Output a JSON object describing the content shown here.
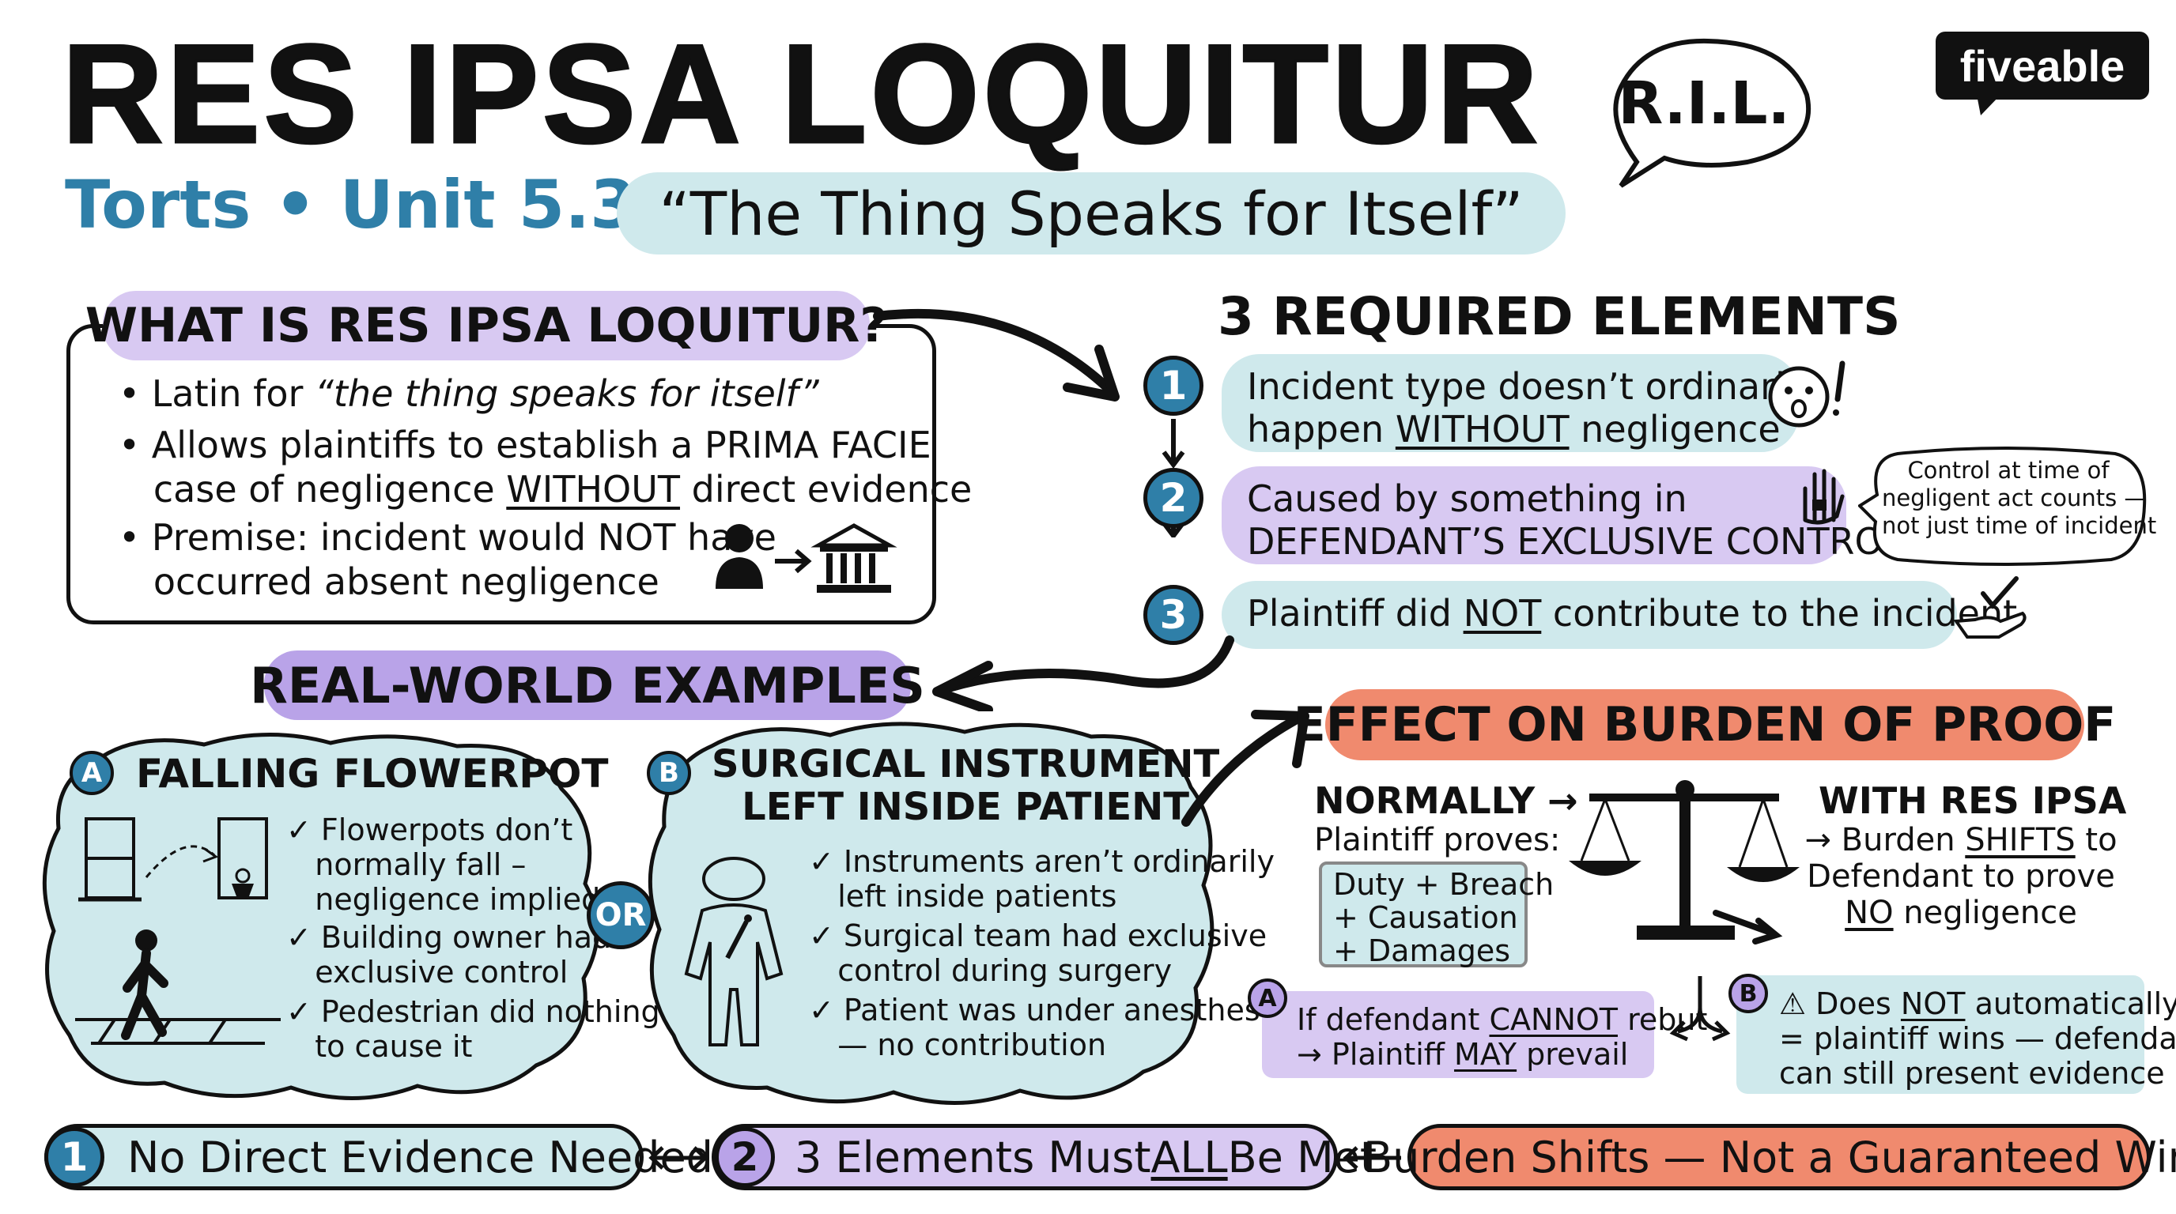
{
  "header": {
    "title": "RES IPSA LOQUITUR",
    "abbrev": "R.I.L.",
    "subtitle": "Torts • Unit 5.3",
    "translation": "“The Thing Speaks for Itself”",
    "logo": "fiveable"
  },
  "what_is": {
    "heading": "WHAT IS RES IPSA LOQUITUR?",
    "b1_pre": "Latin for ",
    "b1_em": "“the thing speaks for itself”",
    "b2_l1": "Allows plaintiffs to establish a PRIMA FACIE",
    "b2_l2_pre": "case of negligence ",
    "b2_l2_u": "WITHOUT",
    "b2_l2_post": " direct evidence",
    "b3_l1": "Premise: incident would NOT have",
    "b3_l2": "occurred absent negligence"
  },
  "elements": {
    "heading": "3 REQUIRED ELEMENTS",
    "e1_num": "1",
    "e1_l1": "Incident type doesn’t ordinarily",
    "e1_l2_pre": "happen ",
    "e1_l2_u": "WITHOUT",
    "e1_l2_post": " negligence",
    "e2_num": "2",
    "e2_l1": "Caused by something in",
    "e2_l2": "DEFENDANT’S EXCLUSIVE CONTROL",
    "e2_note_l1": "Control at time of",
    "e2_note_l2": "negligent act counts —",
    "e2_note_l3": "not just time of incident",
    "e3_num": "3",
    "e3_pre": "Plaintiff did ",
    "e3_u": "NOT",
    "e3_post": " contribute to the incident"
  },
  "examples": {
    "heading": "REAL-WORLD EXAMPLES",
    "or": "OR",
    "a": {
      "letter": "A",
      "title": "FALLING FLOWERPOT",
      "c1_l1": "Flowerpots don’t",
      "c1_l2": "normally fall –",
      "c1_l3": "negligence implied",
      "c2_l1": "Building owner had",
      "c2_l2": "exclusive control",
      "c3_l1": "Pedestrian did nothing",
      "c3_l2": "to cause it"
    },
    "b": {
      "letter": "B",
      "title_l1": "SURGICAL INSTRUMENT",
      "title_l2": "LEFT INSIDE PATIENT",
      "c1_l1": "Instruments aren’t ordinarily",
      "c1_l2": "left inside patients",
      "c2_l1": "Surgical team had exclusive",
      "c2_l2": "control during surgery",
      "c3_l1": "Patient was under anesthesia",
      "c3_l2": "— no contribution"
    }
  },
  "burden": {
    "heading": "EFFECT ON BURDEN OF PROOF",
    "normally": "NORMALLY →",
    "plaintiff_proves": "Plaintiff proves:",
    "box_l1": "Duty + Breach",
    "box_l2": "+ Causation",
    "box_l3": "+ Damages",
    "with_title": "WITH RES IPSA",
    "with_l1_pre": "→ Burden ",
    "with_l1_u": "SHIFTS",
    "with_l1_post": " to",
    "with_l2": "Defendant to prove",
    "with_l3_u": "NO",
    "with_l3_post": " negligence",
    "a_letter": "A",
    "a_l1_pre": "If defendant ",
    "a_l1_u": "CANNOT",
    "a_l1_post": " rebut",
    "a_l2_pre": "→ Plaintiff ",
    "a_l2_u": "MAY",
    "a_l2_post": " prevail",
    "b_letter": "B",
    "b_l1_pre": "⚠ Does ",
    "b_l1_u": "NOT",
    "b_l1_post": " automatically",
    "b_l2": "= plaintiff wins — defendant",
    "b_l3": "can still present evidence"
  },
  "summary": {
    "s1_num": "1",
    "s1_text": "No Direct Evidence Needed",
    "s2_num": "2",
    "s2_pre": "3 Elements Must ",
    "s2_u": "ALL",
    "s2_post": " Be Met",
    "s3_text": "Burden Shifts — Not a Guaranteed Win"
  },
  "colors": {
    "teal": "#2f7fa8",
    "light_teal": "#cfe9ec",
    "lavender": "#d8c9f2",
    "purple": "#b9a3e8",
    "coral": "#f08a6e"
  },
  "icons": [
    "speech-bubble-icon",
    "surprised-face-icon",
    "hand-stop-icon",
    "hand-check-icon",
    "person-icon",
    "courthouse-icon",
    "scales-icon",
    "flowerpot-icon",
    "walking-person-icon",
    "patient-icon",
    "arrow-icon"
  ]
}
